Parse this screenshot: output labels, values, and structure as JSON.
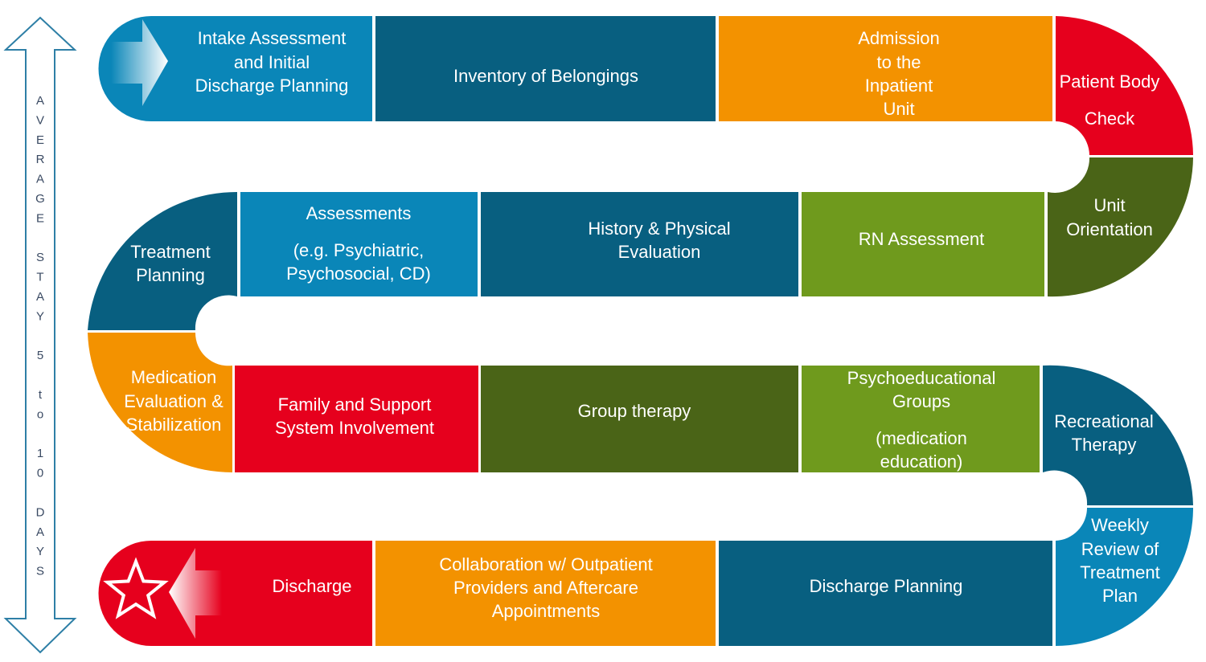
{
  "side_label": {
    "lines": [
      "A",
      "V",
      "E",
      "R",
      "A",
      "G",
      "E",
      "",
      "S",
      "T",
      "A",
      "Y",
      "",
      "5",
      "",
      "t",
      "o",
      "",
      "1",
      "0",
      "",
      "D",
      "A",
      "Y",
      "S"
    ]
  },
  "colors": {
    "dark_teal": "#085f80",
    "light_blue": "#0a86b8",
    "orange": "#f39200",
    "red": "#e6001d",
    "olive_light": "#6f9a1d",
    "olive_dark": "#4a6417",
    "arrow_outline": "#2e7fa6"
  },
  "segments": [
    {
      "id": "intake",
      "lines": [
        "Intake Assessment",
        "and Initial",
        "Discharge Planning"
      ]
    },
    {
      "id": "inventory",
      "lines": [
        "Inventory of Belongings"
      ]
    },
    {
      "id": "admission",
      "lines": [
        "Admission",
        "to the",
        "Inpatient",
        "Unit"
      ]
    },
    {
      "id": "body-check",
      "lines": [
        "Patient Body",
        "Check"
      ]
    },
    {
      "id": "unit-orientation",
      "lines": [
        "Unit",
        "Orientation"
      ]
    },
    {
      "id": "rn-assessment",
      "lines": [
        "RN Assessment"
      ]
    },
    {
      "id": "history-physical",
      "lines": [
        "History & Physical",
        "Evaluation"
      ]
    },
    {
      "id": "assessments",
      "lines": [
        "Assessments",
        "(e.g. Psychiatric,",
        "Psychosocial, CD)"
      ]
    },
    {
      "id": "treatment-planning",
      "lines": [
        "Treatment",
        "Planning"
      ]
    },
    {
      "id": "medication",
      "lines": [
        "Medication",
        "Evaluation &",
        "Stabilization"
      ]
    },
    {
      "id": "family",
      "lines": [
        "Family and Support",
        "System Involvement"
      ]
    },
    {
      "id": "group-therapy",
      "lines": [
        "Group therapy"
      ]
    },
    {
      "id": "psychoeducational",
      "lines": [
        "Psychoeducational",
        "Groups",
        "(medication",
        "education)"
      ]
    },
    {
      "id": "recreational",
      "lines": [
        "Recreational",
        "Therapy"
      ]
    },
    {
      "id": "weekly-review",
      "lines": [
        "Weekly",
        "Review of",
        "Treatment",
        "Plan"
      ]
    },
    {
      "id": "discharge-planning",
      "lines": [
        "Discharge Planning"
      ]
    },
    {
      "id": "collaboration",
      "lines": [
        "Collaboration w/ Outpatient",
        "Providers and Aftercare",
        "Appointments"
      ]
    },
    {
      "id": "discharge",
      "lines": [
        "Discharge"
      ]
    }
  ]
}
